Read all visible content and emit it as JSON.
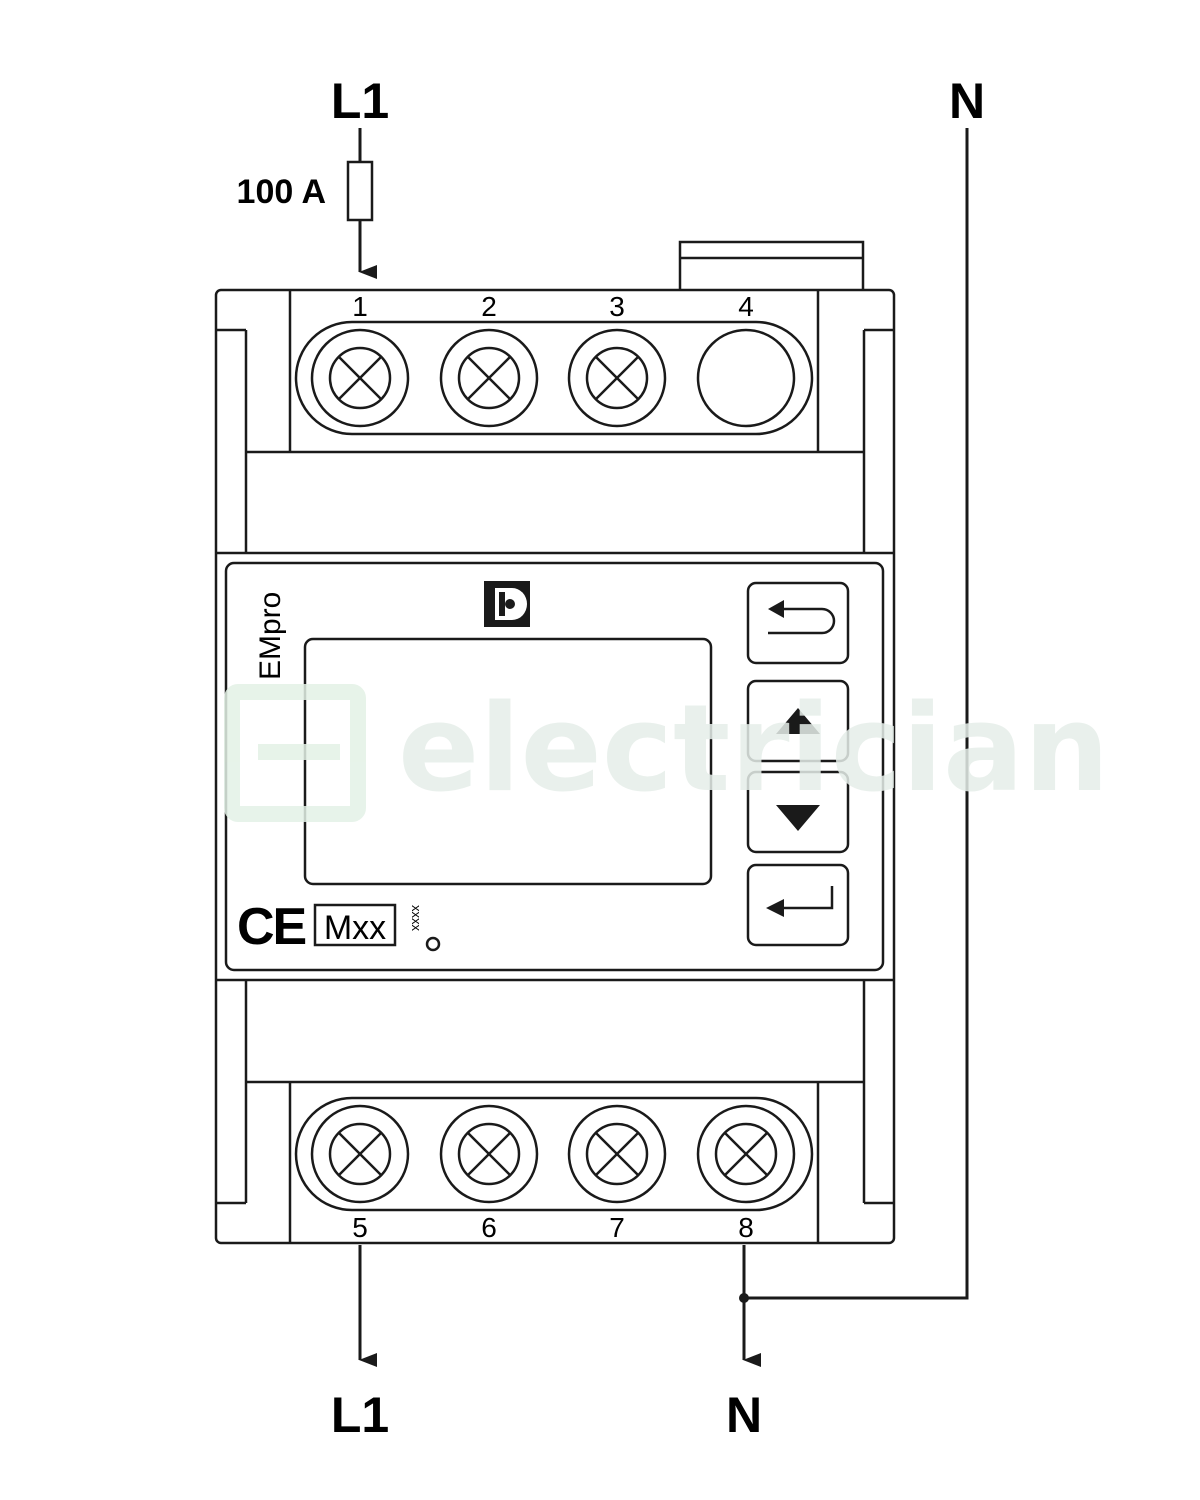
{
  "labels": {
    "top_line": "L1",
    "top_neutral": "N",
    "fuse_rating": "100 A",
    "bottom_line": "L1",
    "bottom_neutral": "N"
  },
  "terminals": {
    "top": [
      "1",
      "2",
      "3",
      "4"
    ],
    "bottom": [
      "5",
      "6",
      "7",
      "8"
    ]
  },
  "device": {
    "brand": "EMpro",
    "ce_mark": "CE",
    "metrology_mark": "Mxx",
    "mark_suffix": "xxxx"
  },
  "buttons": {
    "back": "back-icon",
    "up": "arrow-up-icon",
    "down": "arrow-down-icon",
    "enter": "enter-icon"
  },
  "watermark": {
    "text": "electrician"
  }
}
